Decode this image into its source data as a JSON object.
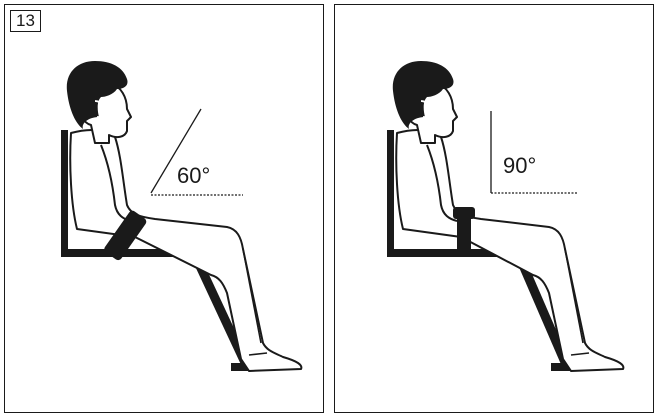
{
  "figure": {
    "number": "13"
  },
  "panels": [
    {
      "angle_label": "60°"
    },
    {
      "angle_label": "90°"
    }
  ],
  "colors": {
    "ink": "#1a1a1a",
    "background": "#ffffff"
  }
}
